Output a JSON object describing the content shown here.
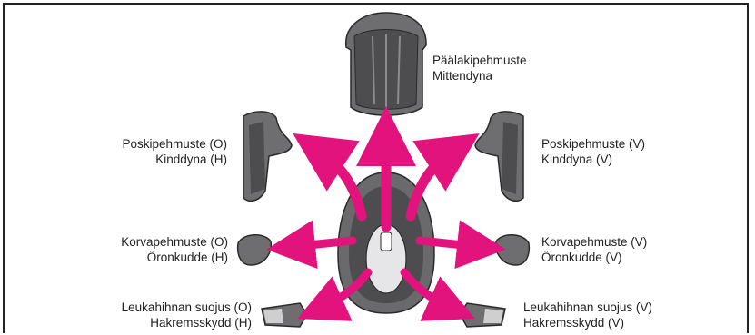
{
  "colors": {
    "arrow": "#e2137d",
    "pad_dark": "#5a5a5c",
    "pad_mid": "#8a8a8c",
    "outline": "#2a2a2a"
  },
  "labels": {
    "crown": [
      "Päälakipehmuste",
      "Mittendyna"
    ],
    "cheek_left": [
      "Poskipehmuste (O)",
      "Kinddyna (H)"
    ],
    "cheek_right": [
      "Poskipehmuste (V)",
      "Kinddyna (V)"
    ],
    "ear_left": [
      "Korvapehmuste (O)",
      "Öronkudde (H)"
    ],
    "ear_right": [
      "Korvapehmuste (V)",
      "Öronkudde (V)"
    ],
    "strap_left": [
      "Leukahihnan suojus (O)",
      "Hakremsskydd (H)"
    ],
    "strap_right": [
      "Leukahihnan suojus (V)",
      "Hakremsskydd (V)"
    ]
  }
}
